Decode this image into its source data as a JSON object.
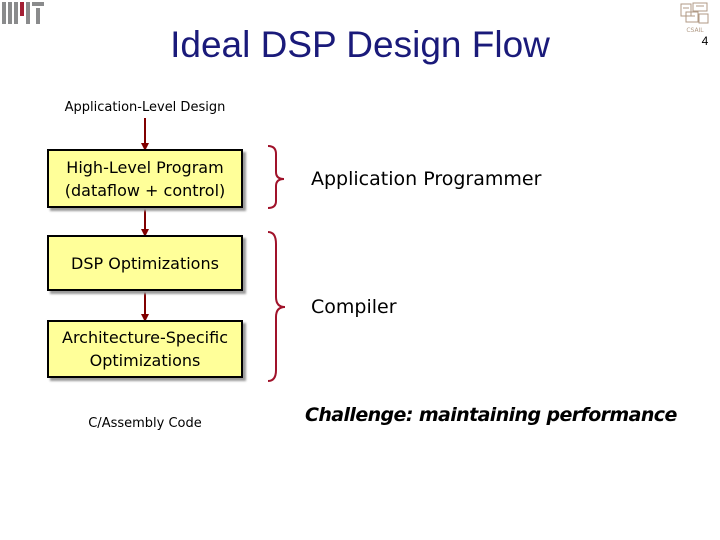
{
  "slide": {
    "title": "Ideal DSP Design Flow",
    "number": "4"
  },
  "flow": {
    "top_label": "Application-Level Design",
    "boxes": {
      "high_level": "High-Level Program\n(dataflow + control)",
      "dsp_opt": "DSP Optimizations",
      "arch_opt": "Architecture-Specific\nOptimizations"
    },
    "bottom_label": "C/Assembly Code"
  },
  "roles": {
    "app_programmer": "Application Programmer",
    "compiler": "Compiler"
  },
  "challenge": "Challenge:  maintaining performance",
  "logos": {
    "left": "mit-logo",
    "right": "csail-logo"
  },
  "colors": {
    "box_fill": "#ffff99",
    "arrow": "#800000",
    "brace": "#a0122a",
    "title": "#1a1a7a",
    "mit_red": "#a31f34"
  }
}
